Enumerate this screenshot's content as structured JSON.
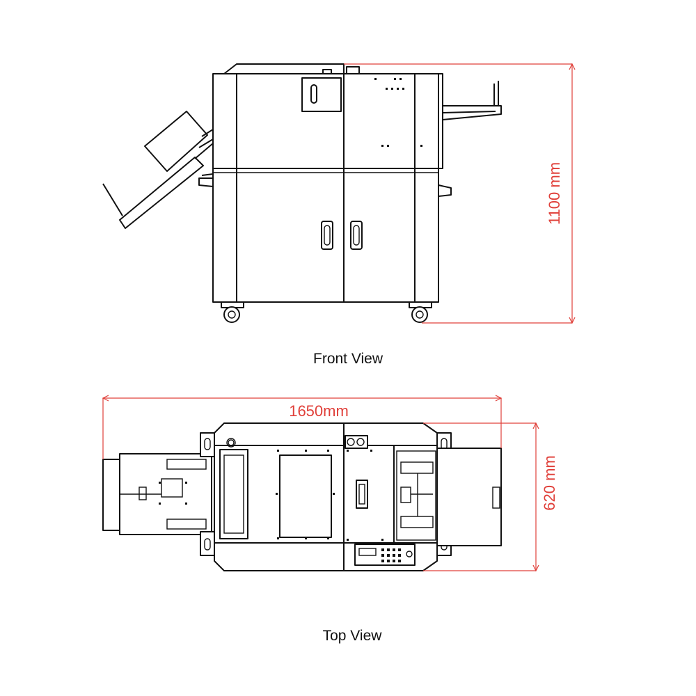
{
  "captions": {
    "front_view": "Front View",
    "top_view": "Top View"
  },
  "dimensions": {
    "height": "1100 mm",
    "length": "1650mm",
    "depth": "620 mm"
  },
  "colors": {
    "line": "#111111",
    "dimension": "#e0403a",
    "background": "#ffffff"
  }
}
